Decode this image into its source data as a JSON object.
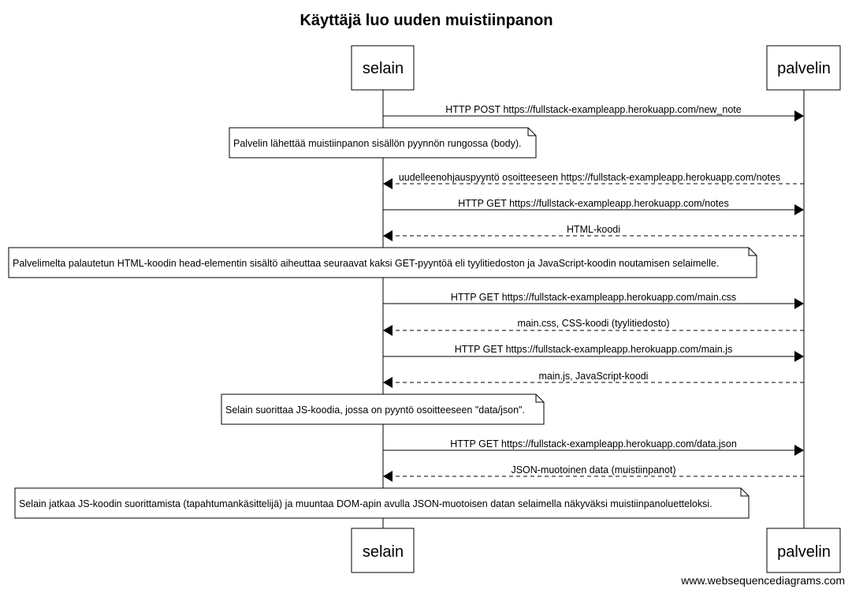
{
  "title": "Käyttäjä luo uuden muistiinpanon",
  "watermark": "www.websequencediagrams.com",
  "actors": [
    {
      "id": "selain",
      "label": "selain"
    },
    {
      "id": "palvelin",
      "label": "palvelin"
    }
  ],
  "steps": [
    {
      "kind": "message",
      "from": "selain",
      "to": "palvelin",
      "style": "solid",
      "label": "HTTP POST https://fullstack-exampleapp.herokuapp.com/new_note"
    },
    {
      "kind": "note",
      "over": "selain",
      "text": "Palvelin lähettää muistiinpanon sisällön pyynnön rungossa (body)."
    },
    {
      "kind": "message",
      "from": "palvelin",
      "to": "selain",
      "style": "dashed",
      "label": "uudelleenohjauspyyntö osoitteeseen https://fullstack-exampleapp.herokuapp.com/notes"
    },
    {
      "kind": "message",
      "from": "selain",
      "to": "palvelin",
      "style": "solid",
      "label": "HTTP GET https://fullstack-exampleapp.herokuapp.com/notes"
    },
    {
      "kind": "message",
      "from": "palvelin",
      "to": "selain",
      "style": "dashed",
      "label": "HTML-koodi"
    },
    {
      "kind": "note",
      "over": "selain",
      "text": "Palvelimelta palautetun HTML-koodin head-elementin sisältö aiheuttaa seuraavat kaksi GET-pyyntöä eli tyylitiedoston ja JavaScript-koodin noutamisen selaimelle."
    },
    {
      "kind": "message",
      "from": "selain",
      "to": "palvelin",
      "style": "solid",
      "label": "HTTP GET https://fullstack-exampleapp.herokuapp.com/main.css"
    },
    {
      "kind": "message",
      "from": "palvelin",
      "to": "selain",
      "style": "dashed",
      "label": "main.css, CSS-koodi (tyylitiedosto)"
    },
    {
      "kind": "message",
      "from": "selain",
      "to": "palvelin",
      "style": "solid",
      "label": "HTTP GET https://fullstack-exampleapp.herokuapp.com/main.js"
    },
    {
      "kind": "message",
      "from": "palvelin",
      "to": "selain",
      "style": "dashed",
      "label": "main.js, JavaScript-koodi"
    },
    {
      "kind": "note",
      "over": "selain",
      "text": "Selain suorittaa JS-koodia, jossa on pyyntö osoitteeseen \"data/json\"."
    },
    {
      "kind": "message",
      "from": "selain",
      "to": "palvelin",
      "style": "solid",
      "label": "HTTP GET https://fullstack-exampleapp.herokuapp.com/data.json"
    },
    {
      "kind": "message",
      "from": "palvelin",
      "to": "selain",
      "style": "dashed",
      "label": "JSON-muotoinen data (muistiinpanot)"
    },
    {
      "kind": "note",
      "over": "selain",
      "text": "Selain jatkaa JS-koodin suorittamista (tapahtumankäsittelijä) ja muuntaa DOM-apin avulla JSON-muotoisen datan selaimella näkyväksi muistiinpanoluetteloksi."
    }
  ]
}
